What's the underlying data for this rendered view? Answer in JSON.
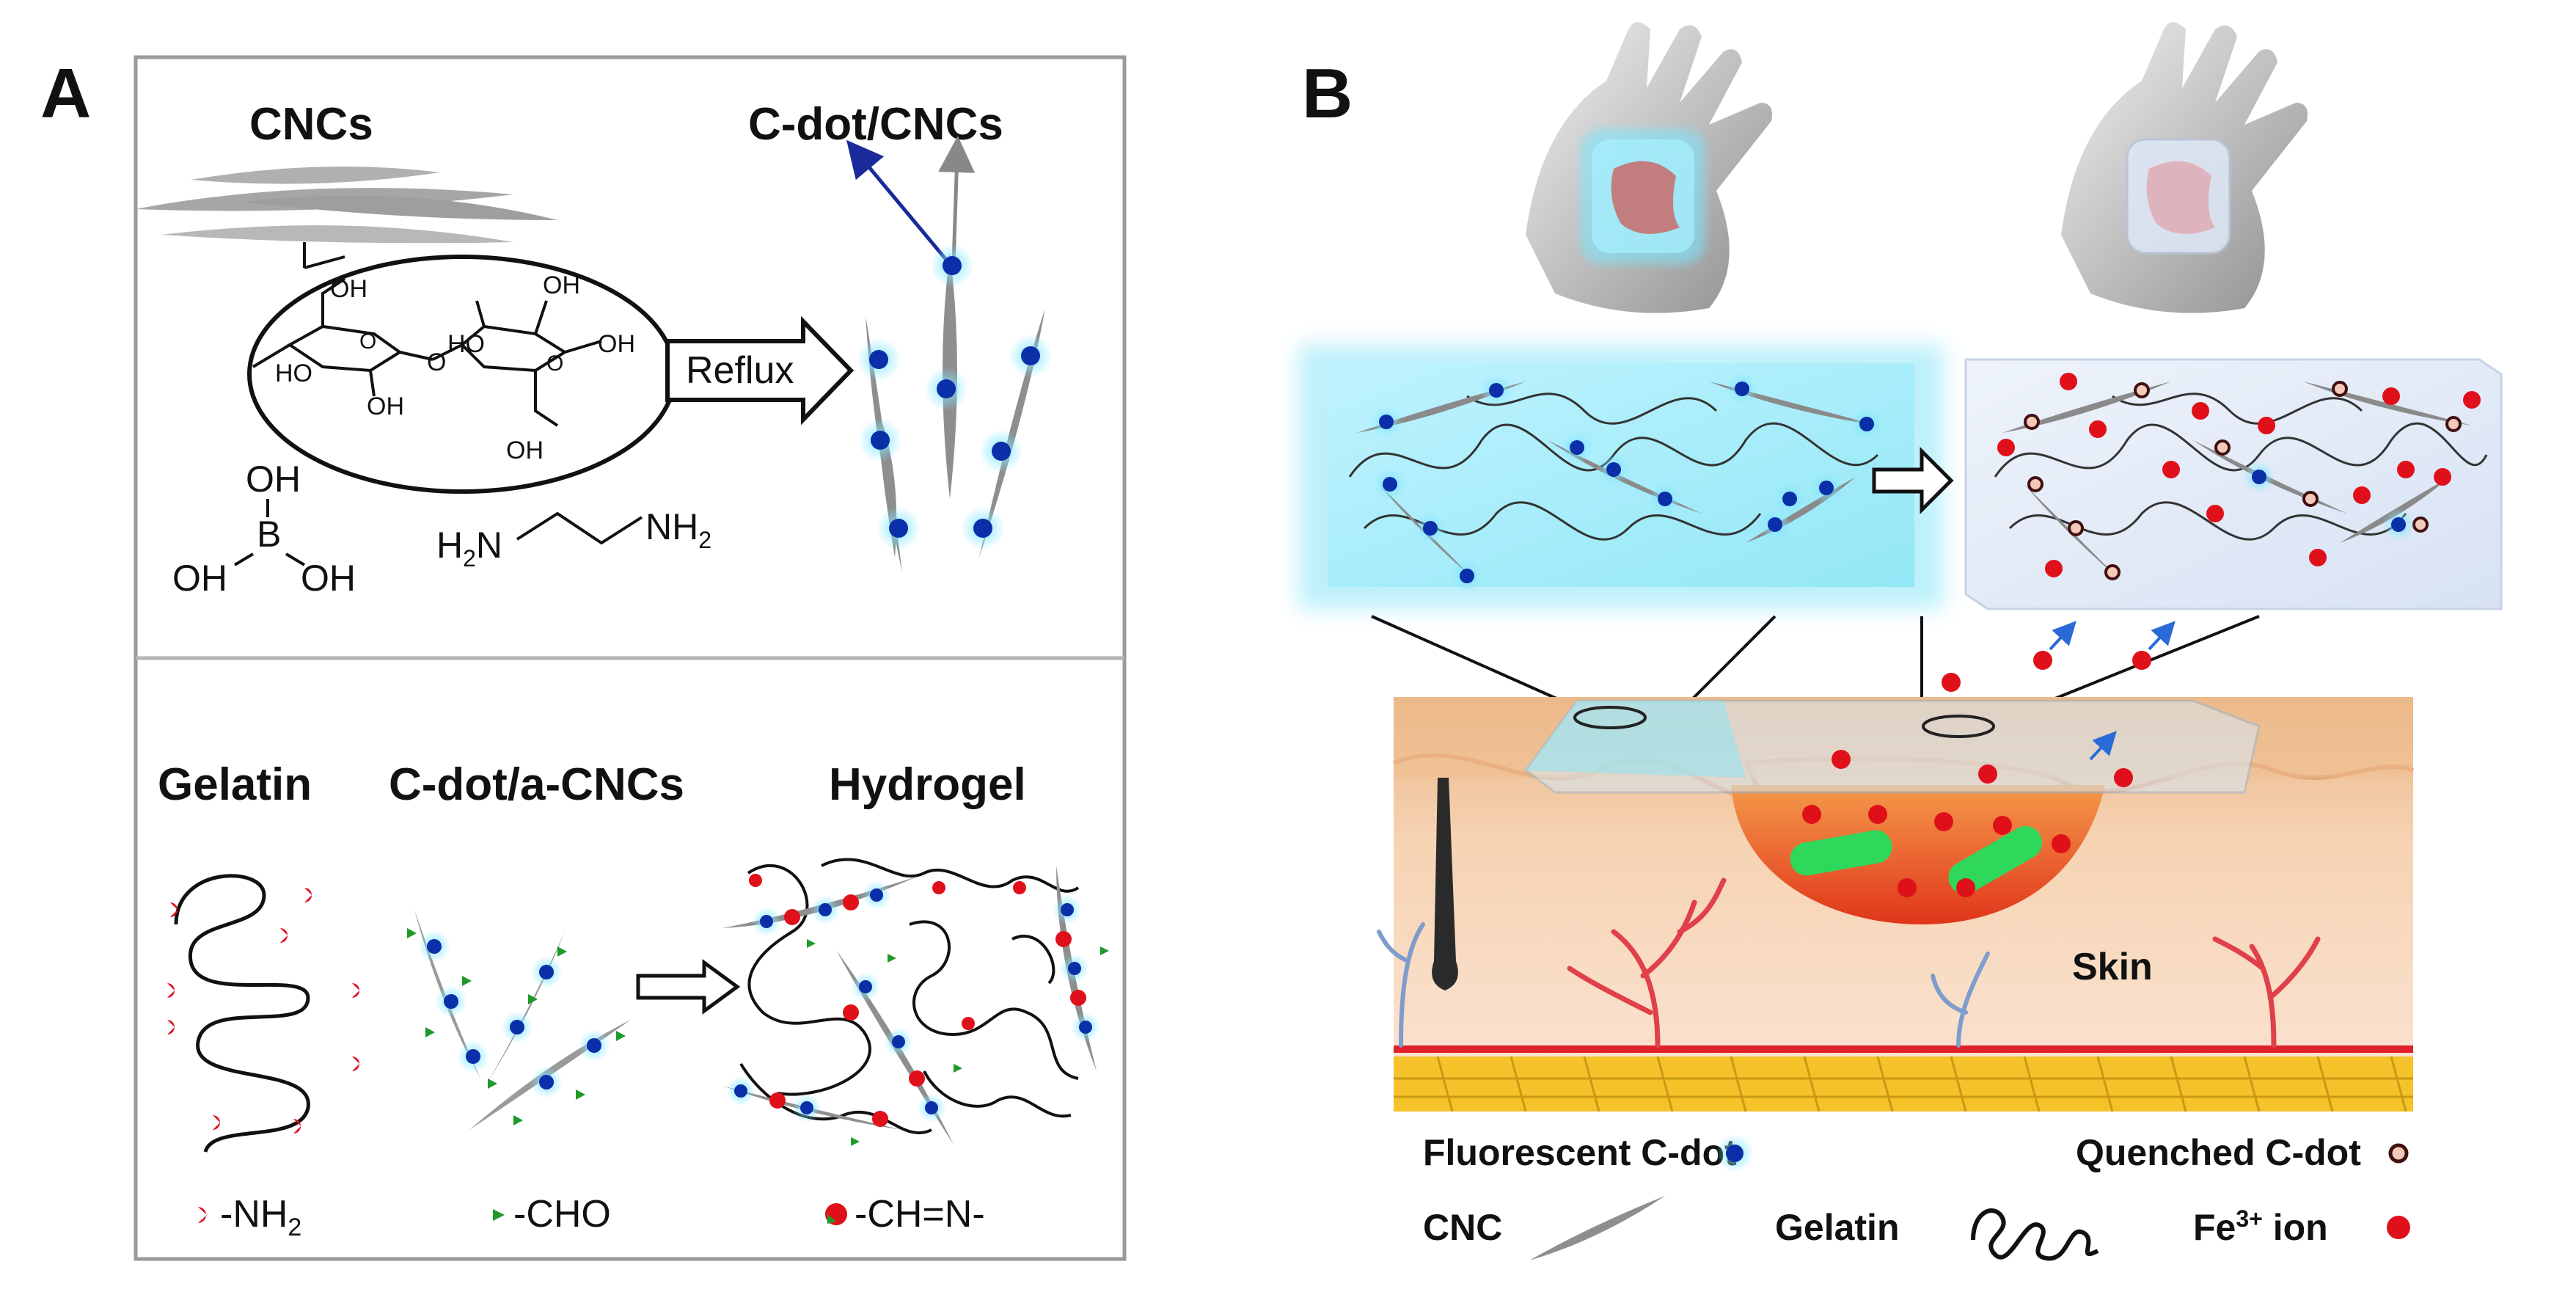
{
  "panel_a": {
    "letter": "A",
    "top": {
      "cncs_label": "CNCs",
      "product_label": "C-dot/CNCs",
      "arrow_label": "Reflux",
      "oh": "OH",
      "ho": "HO",
      "o": "O",
      "boron": "B",
      "boric_oh_top": "OH",
      "boric_oh_left": "OH",
      "boric_oh_right": "OH",
      "amine_left": "H",
      "amine_left_sub": "2",
      "amine_left_n": "N",
      "amine_right": "NH",
      "amine_right_sub": "2"
    },
    "bottom": {
      "gelatin_label": "Gelatin",
      "cdot_acncs_label": "C-dot/a-CNCs",
      "hydrogel_label": "Hydrogel",
      "legend_nh2": "-NH",
      "legend_nh2_sub": "2",
      "legend_cho": "-CHO",
      "legend_imine": "-CH=N-"
    }
  },
  "panel_b": {
    "letter": "B",
    "skin_label": "Skin",
    "legend": {
      "fluorescent": "Fluorescent C-dot",
      "quenched": "Quenched C-dot",
      "cnc": "CNC",
      "gelatin": "Gelatin",
      "fe_ion": "Fe",
      "fe_sup": "3+",
      "fe_ion_suffix": " ion"
    }
  },
  "colors": {
    "cdot_blue": "#0b2fa8",
    "glow": "#5fd8f0",
    "fe_red": "#e0101a",
    "cho_green": "#1f9a2a",
    "rod_gray": "#9a9a9a",
    "skin_top": "#f2c9a0",
    "fat_yellow": "#f5c22a"
  }
}
